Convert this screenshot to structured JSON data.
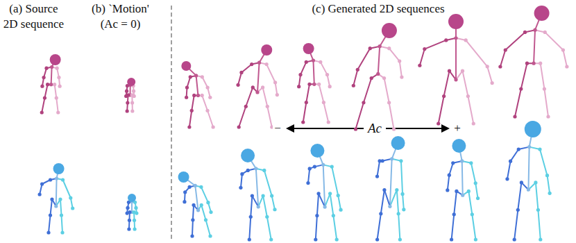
{
  "diagram": {
    "labels": [
      "(a) Source 2D sequence",
      "(b) `Motion' (Ac = 0)",
      "(c) Generated 2D sequences",
      "−",
      "Ac",
      "+"
    ]
  }
}
